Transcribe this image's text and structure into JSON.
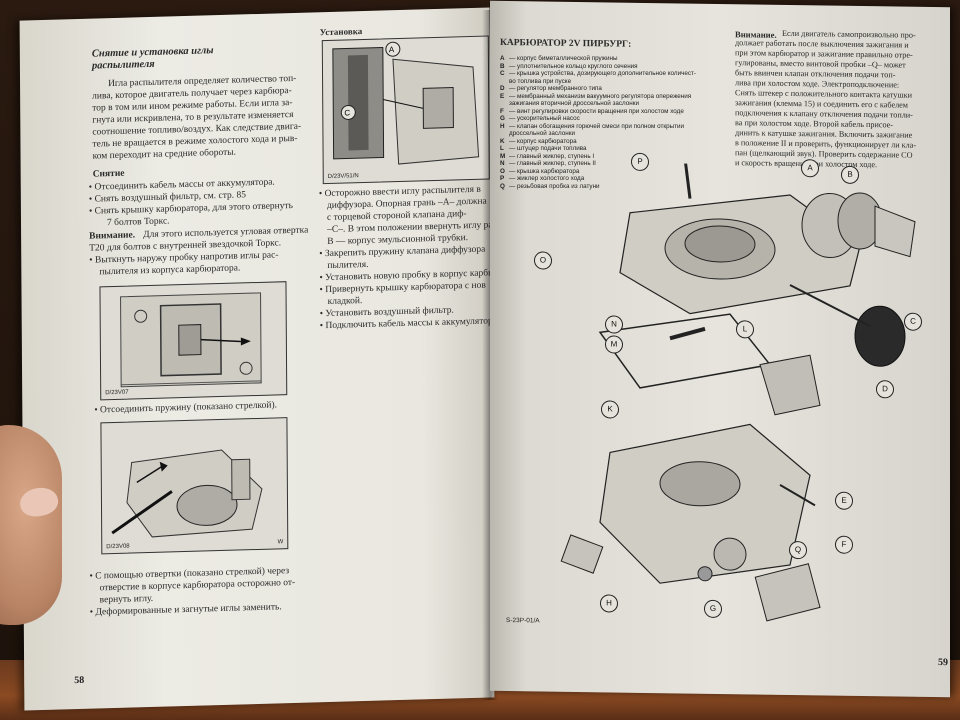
{
  "left_page": {
    "title_line1": "Снятие и установка иглы",
    "title_line2": "распылителя",
    "intro": [
      "Игла распылителя определяет количество топ-",
      "лива, которое двигатель получает через карбюра-",
      "тор в том или ином режиме работы. Если игла за-",
      "гнута или искривлена, то в результате изменяется",
      "соотношение топливо/воздух. Как следствие двига-",
      "тель не вращается в режиме холостого хода и рыв-",
      "ком переходит на средние обороты."
    ],
    "removal_heading": "Снятие",
    "removal_items": [
      "• Отсоединить кабель массы от аккумулятора.",
      "• Снять воздушный фильтр, см. стр. 85",
      "• Снять крышку карбюратора, для этого отвернуть",
      "7 болтов Торкс."
    ],
    "warning_label": "Внимание.",
    "warning_text": [
      "Для этого используется угловая отвертка",
      "T20 для болтов с внутренней звездочкой Торкс."
    ],
    "after_warning": [
      "• Выткнуть наружу пробку напротив иглы рас-",
      "пылителя из корпуса карбюратора."
    ],
    "fig1_code": "D/23V07",
    "spring_text": "• Отсоединить пружину (показано стрелкой).",
    "fig2_code": "D/23V08",
    "fig2_corner": "W",
    "after_fig2": [
      "• С помощью отвертки  (показано стрелкой) через",
      "отверстие в корпусе карбюратора осторожно от-",
      "вернуть иглу.",
      "• Деформированные и загнутые иглы заменить."
    ],
    "install_heading": "Установка",
    "fig3_code": "D/23V/51/N",
    "install_items": [
      "• Осторожно ввести иглу распылителя в",
      "диффузора. Опорная грань –A– должна",
      "с торцевой стороной клапана диф-",
      "–C–. В этом положении ввернуть иглу распыл",
      "B — корпус эмульсионной трубки.",
      "• Закрепить пружину клапана диффузора",
      "пылителя.",
      "• Установить новую пробку в корпус карбюр.",
      "• Привернуть крышку карбюратора с нов",
      "кладкой.",
      "• Установить воздушный фильтр.",
      "• Подключить кабель массы к аккумулятору."
    ],
    "page_number": "58"
  },
  "right_page": {
    "title": "КАРБЮРАТОР 2V ПИРБУРГ:",
    "legend": [
      {
        "k": "A",
        "t": "— корпус биметаллической пружины"
      },
      {
        "k": "B",
        "t": "— уплотнительное кольцо круглого сечения"
      },
      {
        "k": "C",
        "t": "— крышка устройства, дозирующего дополнительное количест-"
      },
      {
        "k": "",
        "t": "во топлива при пуске"
      },
      {
        "k": "D",
        "t": "— регулятор мембранного типа"
      },
      {
        "k": "E",
        "t": "— мембранный механизм вакуумного регулятора опережения"
      },
      {
        "k": "",
        "t": "зажигания вторичной дроссельной заслонки"
      },
      {
        "k": "F",
        "t": "— винт регулировки скорости вращения при холостом ходе"
      },
      {
        "k": "G",
        "t": "— ускорительный насос"
      },
      {
        "k": "H",
        "t": "— клапан обогащения горючей смеси при полном открытии"
      },
      {
        "k": "",
        "t": "дроссельной заслонки"
      },
      {
        "k": "K",
        "t": "— корпус карбюратора"
      },
      {
        "k": "L",
        "t": "— штуцер подачи топлива"
      },
      {
        "k": "M",
        "t": "— главный жиклер, ступень I"
      },
      {
        "k": "N",
        "t": "— главный жиклер, ступень II"
      },
      {
        "k": "O",
        "t": "— крышка карбюратора"
      },
      {
        "k": "P",
        "t": "— жиклер холостого хода"
      },
      {
        "k": "Q",
        "t": "— резьбовая пробка из латуни"
      }
    ],
    "attention_label": "Внимание.",
    "attention_text": [
      "Если двигатель самопроизвольно про-",
      "должает работать после выключения зажигания и",
      "при этом карбюратор и зажигание правильно отре-",
      "гулированы, вместо винтовой пробки –Q– может",
      "быть ввинчен клапан отключения подачи топ-",
      "лива при холостом ходе. Электроподключение:",
      "Снять штекер с положительного контакта катушки",
      "зажигания (клемма 15) и соединить его с кабелем",
      "подключения к клапану отключения подачи топли-",
      "ва при холостом ходе. Второй кабель присое-",
      "динить к катушке зажигания. Включить зажигание",
      "в положение II и проверить, функционирует ли кла-",
      "пан (щелкающий звук). Проверить содержание CO",
      "и скорость вращения при холостом ходе."
    ],
    "callouts": [
      "A",
      "B",
      "C",
      "D",
      "E",
      "F",
      "G",
      "H",
      "K",
      "L",
      "M",
      "N",
      "O",
      "P",
      "Q"
    ],
    "diagram_code": "S-23P-01/A",
    "page_number": "59"
  },
  "colors": {
    "paper": "#e6e4dc",
    "ink": "#2a2a2a",
    "table": "#7a4220"
  }
}
